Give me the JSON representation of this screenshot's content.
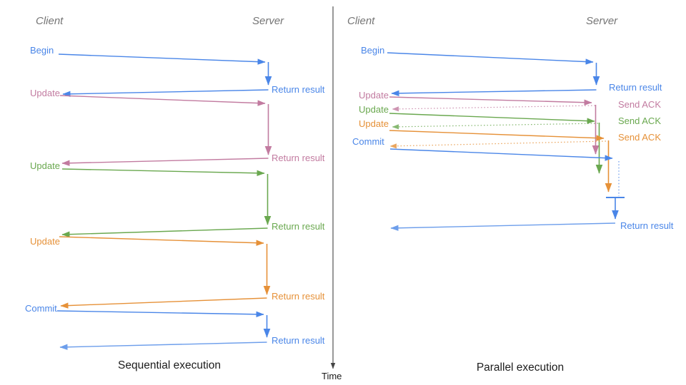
{
  "colors": {
    "blue": "#4a86e8",
    "light_blue": "#6d9eeb",
    "pink": "#c27ba0",
    "green": "#6aa84f",
    "orange": "#e69138",
    "header_gray": "#757575",
    "caption_black": "#1c1c1c",
    "time_axis_gray": "#454545"
  },
  "left_panel": {
    "client_header": "Client",
    "server_header": "Server",
    "caption": "Sequential execution",
    "messages": {
      "begin": "Begin",
      "begin_return": "Return result",
      "update1": "Update",
      "update1_return": "Return result",
      "update2": "Update",
      "update2_return": "Return result",
      "update3": "Update",
      "update3_return": "Return result",
      "commit": "Commit",
      "commit_return": "Return result"
    }
  },
  "right_panel": {
    "client_header": "Client",
    "server_header": "Server",
    "caption": "Parallel execution",
    "messages": {
      "begin": "Begin",
      "begin_return": "Return result",
      "update1": "Update",
      "update1_ack": "Send ACK",
      "update2": "Update",
      "update2_ack": "Send ACK",
      "update3": "Update",
      "update3_ack": "Send ACK",
      "commit": "Commit",
      "commit_return": "Return result"
    }
  },
  "time_axis": {
    "label": "Time"
  }
}
